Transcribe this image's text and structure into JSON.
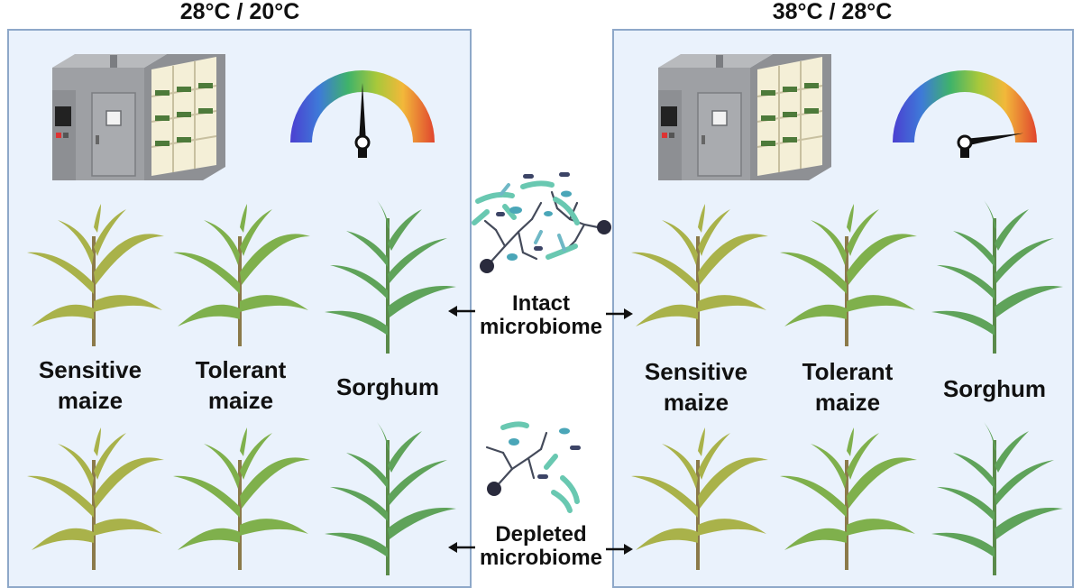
{
  "conditions": [
    {
      "title": "28°C / 20°C",
      "plants": [
        "Sensitive\nmaize",
        "Tolerant\nmaize",
        "Sorghum"
      ],
      "gauge_level": 0.5
    },
    {
      "title": "38°C / 28°C",
      "plants": [
        "Sensitive\nmaize",
        "Tolerant\nmaize",
        "Sorghum"
      ],
      "gauge_level": 0.95
    }
  ],
  "microbiome": {
    "intact": "Intact\nmicrobiome",
    "depleted": "Depleted\nmicrobiome"
  },
  "icons": [
    "growth-chamber-icon",
    "temperature-gauge-icon",
    "maize-plant-icon",
    "sorghum-plant-icon",
    "microbe-cluster-icon",
    "arrow-left-icon",
    "arrow-right-icon"
  ],
  "colors": {
    "panel_bg": "#eaf2fc",
    "panel_border": "#8ea8c9",
    "sensitive_maize": "#a9b24a",
    "tolerant_maize": "#7fb04c",
    "sorghum": "#5fa35a",
    "microbe_teal": "#69c8b1"
  }
}
